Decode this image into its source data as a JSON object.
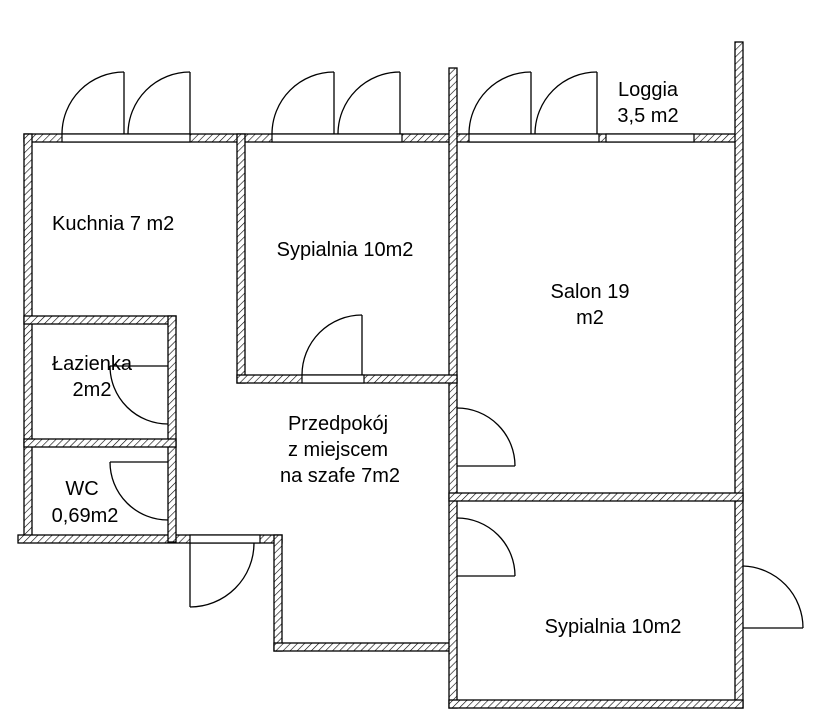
{
  "rooms": {
    "kitchen": "Kuchnia 7 m2",
    "bedroom_top": "Sypialnia 10m2",
    "salon_line1": "Salon 19",
    "salon_line2": "m2",
    "loggia_line1": "Loggia",
    "loggia_line2": "3,5 m2",
    "bathroom_line1": "Łazienka",
    "bathroom_line2": "2m2",
    "wc_line1": "WC",
    "wc_line2": "0,69m2",
    "hall_line1": "Przedpokój",
    "hall_line2": "z miejscem",
    "hall_line3": "na szafe 7m2",
    "bedroom_bottom": "Sypialnia 10m2"
  }
}
